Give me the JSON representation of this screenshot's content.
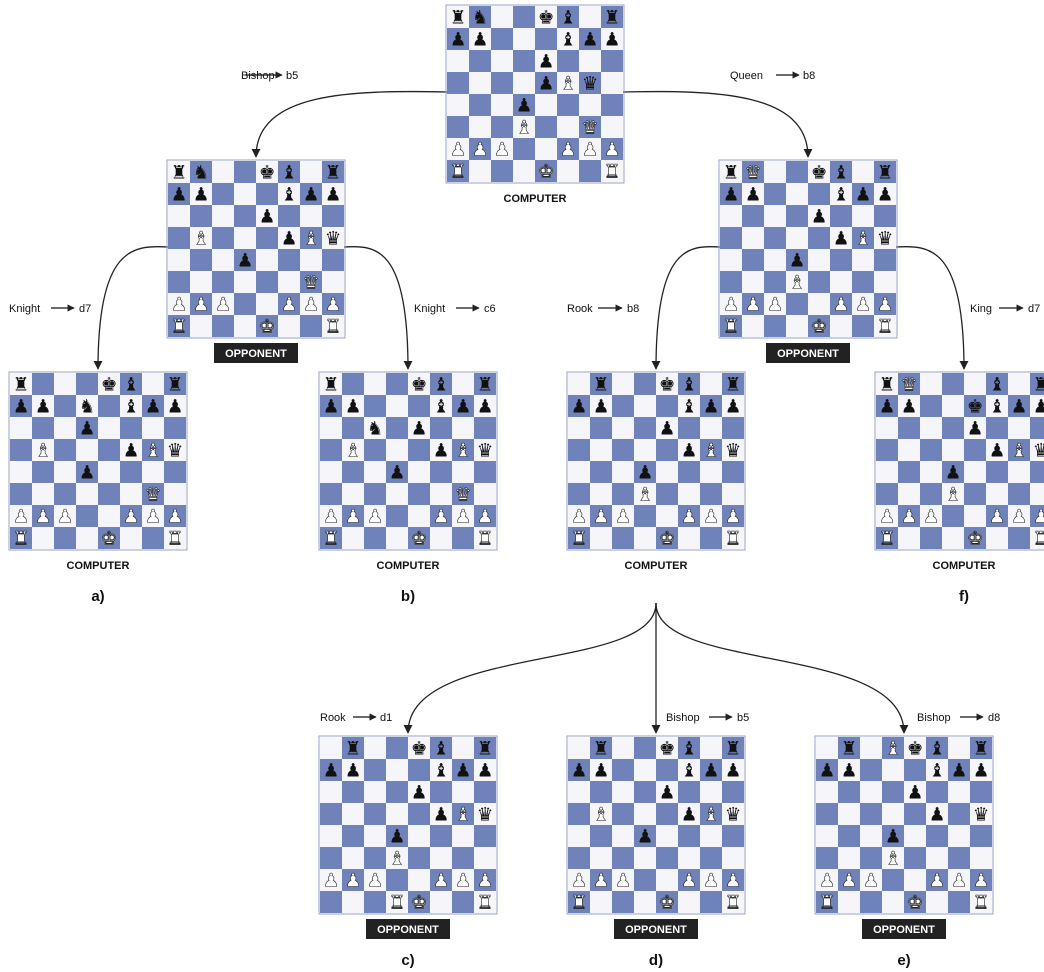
{
  "colors": {
    "light": "#f5f5fa",
    "dark": "#6f82ba",
    "line": "#222222",
    "badge": "#222222",
    "badge_text": "#ffffff"
  },
  "boards": [
    {
      "id": "root",
      "role": "COMPUTER",
      "badge": false,
      "letter": "",
      "pieces": [
        [
          "r",
          "n",
          null,
          null,
          "k",
          "b",
          null,
          "r"
        ],
        [
          "p",
          "p",
          null,
          null,
          null,
          "b",
          "p",
          "p"
        ],
        [
          null,
          null,
          null,
          null,
          "p",
          null,
          null,
          null
        ],
        [
          null,
          null,
          null,
          null,
          "p",
          "B",
          "q",
          null
        ],
        [
          null,
          null,
          null,
          "p",
          null,
          null,
          null,
          null
        ],
        [
          null,
          null,
          null,
          "B",
          null,
          null,
          "Q",
          null
        ],
        [
          "P",
          "P",
          "P",
          null,
          null,
          "P",
          "P",
          "P"
        ],
        [
          "R",
          null,
          null,
          null,
          "K",
          null,
          null,
          "R"
        ]
      ]
    },
    {
      "id": "node1",
      "role": "OPPONENT",
      "badge": true,
      "letter": "",
      "pieces": [
        [
          "r",
          "n",
          null,
          null,
          "k",
          "b",
          null,
          "r"
        ],
        [
          "p",
          "p",
          null,
          null,
          null,
          "b",
          "p",
          "p"
        ],
        [
          null,
          null,
          null,
          null,
          "p",
          null,
          null,
          null
        ],
        [
          null,
          "B",
          null,
          null,
          null,
          "p",
          "B",
          "q"
        ],
        [
          null,
          null,
          null,
          "p",
          null,
          null,
          null,
          null
        ],
        [
          null,
          null,
          null,
          null,
          null,
          null,
          "Q",
          null
        ],
        [
          "P",
          "P",
          "P",
          null,
          null,
          "P",
          "P",
          "P"
        ],
        [
          "R",
          null,
          null,
          null,
          "K",
          null,
          null,
          "R"
        ]
      ]
    },
    {
      "id": "node2",
      "role": "OPPONENT",
      "badge": true,
      "letter": "",
      "pieces": [
        [
          "r",
          "Q",
          null,
          null,
          "k",
          "b",
          null,
          "r"
        ],
        [
          "p",
          "p",
          null,
          null,
          null,
          "b",
          "p",
          "p"
        ],
        [
          null,
          null,
          null,
          null,
          "p",
          null,
          null,
          null
        ],
        [
          null,
          null,
          null,
          null,
          null,
          "p",
          "B",
          "q"
        ],
        [
          null,
          null,
          null,
          "p",
          null,
          null,
          null,
          null
        ],
        [
          null,
          null,
          null,
          "B",
          null,
          null,
          null,
          null
        ],
        [
          "P",
          "P",
          "P",
          null,
          null,
          "P",
          "P",
          "P"
        ],
        [
          "R",
          null,
          null,
          null,
          "K",
          null,
          null,
          "R"
        ]
      ]
    },
    {
      "id": "a",
      "role": "COMPUTER",
      "badge": false,
      "letter": "a)",
      "pieces": [
        [
          "r",
          null,
          null,
          null,
          "k",
          "b",
          null,
          "r"
        ],
        [
          "p",
          "p",
          null,
          "n",
          null,
          "b",
          "p",
          "p"
        ],
        [
          null,
          null,
          null,
          "p",
          null,
          null,
          null,
          null
        ],
        [
          null,
          "B",
          null,
          null,
          null,
          "p",
          "B",
          "q"
        ],
        [
          null,
          null,
          null,
          "p",
          null,
          null,
          null,
          null
        ],
        [
          null,
          null,
          null,
          null,
          null,
          null,
          "Q",
          null
        ],
        [
          "P",
          "P",
          "P",
          null,
          null,
          "P",
          "P",
          "P"
        ],
        [
          "R",
          null,
          null,
          null,
          "K",
          null,
          null,
          "R"
        ]
      ]
    },
    {
      "id": "b",
      "role": "COMPUTER",
      "badge": false,
      "letter": "b)",
      "pieces": [
        [
          "r",
          null,
          null,
          null,
          "k",
          "b",
          null,
          "r"
        ],
        [
          "p",
          "p",
          null,
          null,
          null,
          "b",
          "p",
          "p"
        ],
        [
          null,
          null,
          "n",
          null,
          "p",
          null,
          null,
          null
        ],
        [
          null,
          "B",
          null,
          null,
          null,
          "p",
          "B",
          "q"
        ],
        [
          null,
          null,
          null,
          "p",
          null,
          null,
          null,
          null
        ],
        [
          null,
          null,
          null,
          null,
          null,
          null,
          "Q",
          null
        ],
        [
          "P",
          "P",
          "P",
          null,
          null,
          "P",
          "P",
          "P"
        ],
        [
          "R",
          null,
          null,
          null,
          "K",
          null,
          null,
          "R"
        ]
      ]
    },
    {
      "id": "node3",
      "role": "COMPUTER",
      "badge": false,
      "letter": "",
      "pieces": [
        [
          null,
          "r",
          null,
          null,
          "k",
          "b",
          null,
          "r"
        ],
        [
          "p",
          "p",
          null,
          null,
          null,
          "b",
          "p",
          "p"
        ],
        [
          null,
          null,
          null,
          null,
          "p",
          null,
          null,
          null
        ],
        [
          null,
          null,
          null,
          null,
          null,
          "p",
          "B",
          "q"
        ],
        [
          null,
          null,
          null,
          "p",
          null,
          null,
          null,
          null
        ],
        [
          null,
          null,
          null,
          "B",
          null,
          null,
          null,
          null
        ],
        [
          "P",
          "P",
          "P",
          null,
          null,
          "P",
          "P",
          "P"
        ],
        [
          "R",
          null,
          null,
          null,
          "K",
          null,
          null,
          "R"
        ]
      ]
    },
    {
      "id": "f",
      "role": "COMPUTER",
      "badge": false,
      "letter": "f)",
      "pieces": [
        [
          "r",
          "Q",
          null,
          null,
          null,
          "b",
          null,
          "r"
        ],
        [
          "p",
          "p",
          null,
          null,
          "k",
          "b",
          "p",
          "p"
        ],
        [
          null,
          null,
          null,
          null,
          "p",
          null,
          null,
          null
        ],
        [
          null,
          null,
          null,
          null,
          null,
          "p",
          "B",
          "q"
        ],
        [
          null,
          null,
          null,
          "p",
          null,
          null,
          null,
          null
        ],
        [
          null,
          null,
          null,
          "B",
          null,
          null,
          null,
          null
        ],
        [
          "P",
          "P",
          "P",
          null,
          null,
          "P",
          "P",
          "P"
        ],
        [
          "R",
          null,
          null,
          null,
          "K",
          null,
          null,
          "R"
        ]
      ]
    },
    {
      "id": "c",
      "role": "OPPONENT",
      "badge": true,
      "letter": "c)",
      "pieces": [
        [
          null,
          "r",
          null,
          null,
          "k",
          "b",
          null,
          "r"
        ],
        [
          "p",
          "p",
          null,
          null,
          null,
          "b",
          "p",
          "p"
        ],
        [
          null,
          null,
          null,
          null,
          "p",
          null,
          null,
          null
        ],
        [
          null,
          null,
          null,
          null,
          null,
          "p",
          "B",
          "q"
        ],
        [
          null,
          null,
          null,
          "p",
          null,
          null,
          null,
          null
        ],
        [
          null,
          null,
          null,
          "B",
          null,
          null,
          null,
          null
        ],
        [
          "P",
          "P",
          "P",
          null,
          null,
          "P",
          "P",
          "P"
        ],
        [
          null,
          null,
          null,
          "R",
          "K",
          null,
          null,
          "R"
        ]
      ]
    },
    {
      "id": "d",
      "role": "OPPONENT",
      "badge": true,
      "letter": "d)",
      "pieces": [
        [
          null,
          "r",
          null,
          null,
          "k",
          "b",
          null,
          "r"
        ],
        [
          "p",
          "p",
          null,
          null,
          null,
          "b",
          "p",
          "p"
        ],
        [
          null,
          null,
          null,
          null,
          "p",
          null,
          null,
          null
        ],
        [
          null,
          "B",
          null,
          null,
          null,
          "p",
          "B",
          "q"
        ],
        [
          null,
          null,
          null,
          "p",
          null,
          null,
          null,
          null
        ],
        [
          null,
          null,
          null,
          null,
          null,
          null,
          null,
          null
        ],
        [
          "P",
          "P",
          "P",
          null,
          null,
          "P",
          "P",
          "P"
        ],
        [
          "R",
          null,
          null,
          null,
          "K",
          null,
          null,
          "R"
        ]
      ]
    },
    {
      "id": "e",
      "role": "OPPONENT",
      "badge": true,
      "letter": "e)",
      "pieces": [
        [
          null,
          "r",
          null,
          "B",
          "k",
          "b",
          null,
          "r"
        ],
        [
          "p",
          "p",
          null,
          null,
          null,
          "b",
          "p",
          "p"
        ],
        [
          null,
          null,
          null,
          null,
          "p",
          null,
          null,
          null
        ],
        [
          null,
          null,
          null,
          null,
          null,
          "p",
          null,
          "q"
        ],
        [
          null,
          null,
          null,
          "p",
          null,
          null,
          null,
          null
        ],
        [
          null,
          null,
          null,
          "B",
          null,
          null,
          null,
          null
        ],
        [
          "P",
          "P",
          "P",
          null,
          null,
          "P",
          "P",
          "P"
        ],
        [
          "R",
          null,
          null,
          null,
          "K",
          null,
          null,
          "R"
        ]
      ]
    }
  ],
  "edges": [
    {
      "from": "root",
      "to": "node1",
      "piece": "Bishop",
      "square": "b5"
    },
    {
      "from": "root",
      "to": "node2",
      "piece": "Queen",
      "square": "b8"
    },
    {
      "from": "node1",
      "to": "a",
      "piece": "Knight",
      "square": "d7"
    },
    {
      "from": "node1",
      "to": "b",
      "piece": "Knight",
      "square": "c6"
    },
    {
      "from": "node2",
      "to": "node3",
      "piece": "Rook",
      "square": "b8"
    },
    {
      "from": "node2",
      "to": "f",
      "piece": "King",
      "square": "d7"
    },
    {
      "from": "node3",
      "to": "c",
      "piece": "Rook",
      "square": "d1"
    },
    {
      "from": "node3",
      "to": "d",
      "piece": "Bishop",
      "square": "b5"
    },
    {
      "from": "node3",
      "to": "e",
      "piece": "Bishop",
      "square": "d8"
    }
  ]
}
